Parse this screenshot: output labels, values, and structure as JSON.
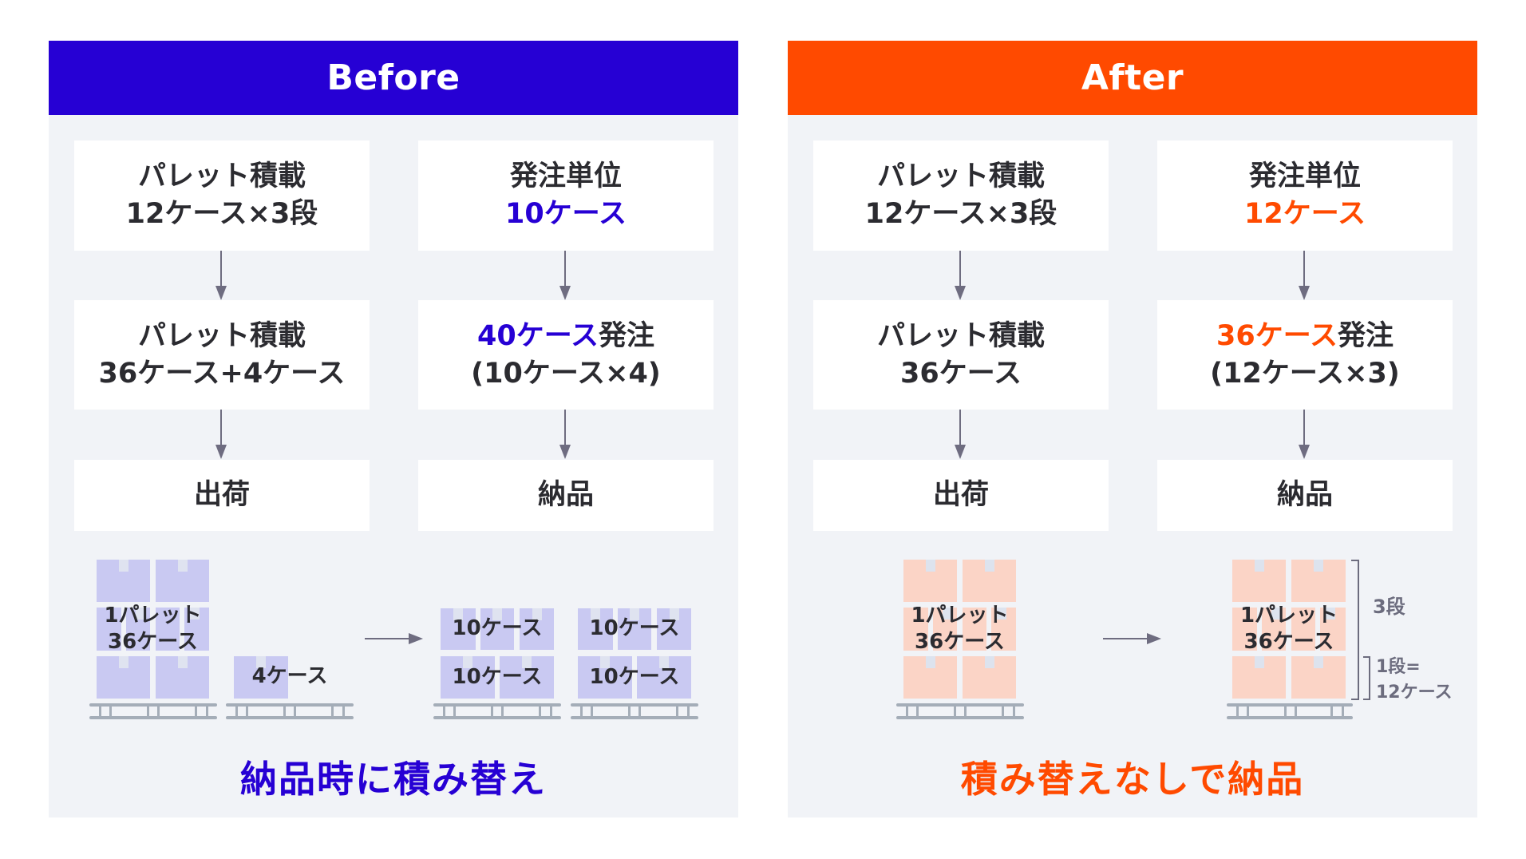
{
  "colors": {
    "before_accent": "#2600d4",
    "after_accent": "#ff4a00",
    "panel_bg": "#f1f3f7",
    "box_bg": "#ffffff",
    "text": "#2b2b30",
    "arrow": "#6e6c80",
    "case_before": "#c9c9f2",
    "case_after": "#fbd4c6",
    "pallet": "#a4adb8"
  },
  "before": {
    "title": "Before",
    "left_column": [
      {
        "line1": "パレット積載",
        "line2": "12ケース×3段"
      },
      {
        "line1": "パレット積載",
        "line2": "36ケース+4ケース"
      },
      {
        "line1": "出荷"
      }
    ],
    "right_column": [
      {
        "line1": "発注単位",
        "line2_highlight": "10ケース"
      },
      {
        "line1_highlight": "40ケース",
        "line1_rest": "発注",
        "line2": "(10ケース×4)"
      },
      {
        "line1": "納品"
      }
    ],
    "illustration": {
      "pallet_stack_label": {
        "line1": "1パレット",
        "line2": "36ケース"
      },
      "extra_label": "4ケース",
      "delivered_labels": [
        "10ケース",
        "10ケース",
        "10ケース",
        "10ケース"
      ],
      "arrow_icon": "right-arrow"
    },
    "tagline": "納品時に積み替え"
  },
  "after": {
    "title": "After",
    "left_column": [
      {
        "line1": "パレット積載",
        "line2": "12ケース×3段"
      },
      {
        "line1": "パレット積載",
        "line2": "36ケース"
      },
      {
        "line1": "出荷"
      }
    ],
    "right_column": [
      {
        "line1": "発注単位",
        "line2_highlight": "12ケース"
      },
      {
        "line1_highlight": "36ケース",
        "line1_rest": "発注",
        "line2": "(12ケース×3)"
      },
      {
        "line1": "納品"
      }
    ],
    "illustration": {
      "pallet_stack_label": {
        "line1": "1パレット",
        "line2": "36ケース"
      },
      "delivered_label": {
        "line1": "1パレット",
        "line2": "36ケース"
      },
      "arrow_icon": "right-arrow",
      "tier_note": "3段",
      "row_note_line1": "1段=",
      "row_note_line2": "12ケース"
    },
    "tagline": "積み替えなしで納品"
  }
}
